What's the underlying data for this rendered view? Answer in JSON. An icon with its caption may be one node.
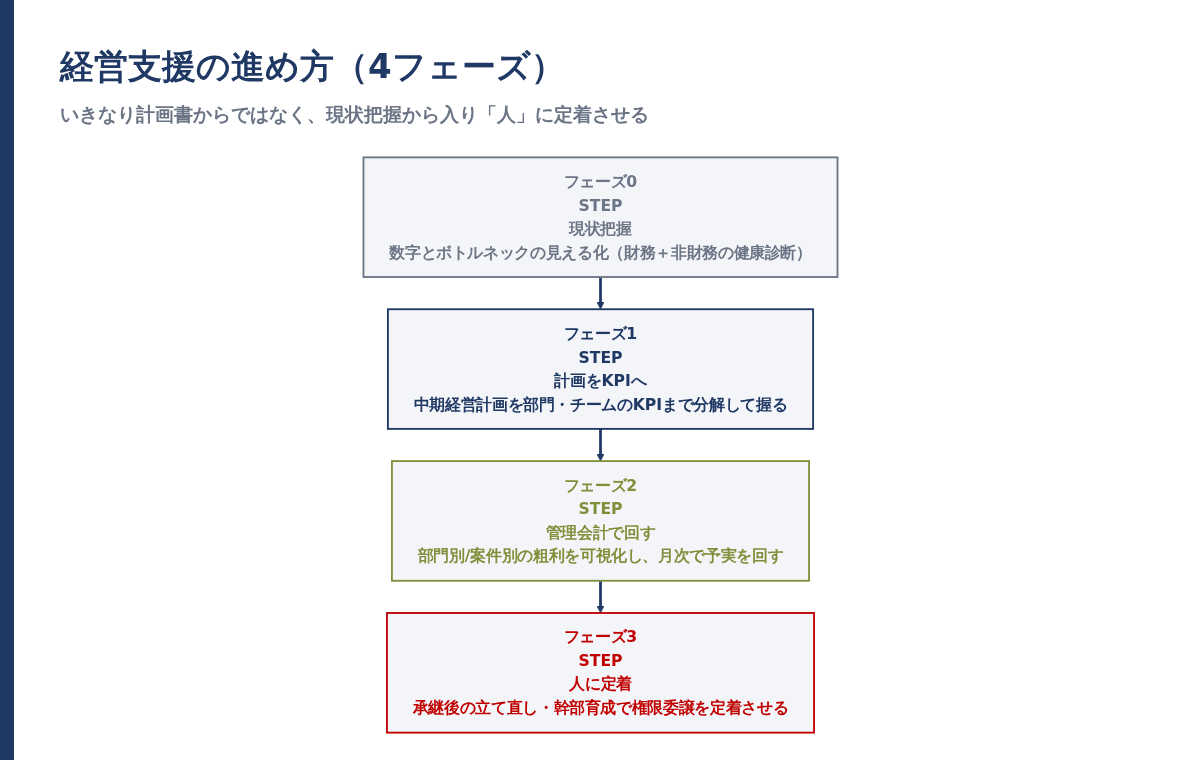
{
  "diagram": {
    "title": "経営支援の進め方（4フェーズ）",
    "nodes": [
      {
        "text": [
          "フェーズ0",
          "STEP",
          "現状把握",
          "数字とボトルネックの見える化（財務＋非財務の健康診断）"
        ]
      },
      {
        "text": [
          "フェーズ1",
          "STEP",
          "計画をKPIへ",
          "中期経営計画を部門・チームのKPIまで分解して握る"
        ]
      },
      {
        "text": [
          "フェーズ2",
          "STEP",
          "管理会計で回す",
          "部門別/案件別の粗利を可視化し、月次で予実を回す"
        ]
      },
      {
        "text": [
          "フェーズ3",
          "STEP",
          "人に定着",
          "承継後の立て直し・幹部育成で権限委譲を定着させる"
        ]
      },
      {
        "text": [],
        "shape": "bar"
      }
    ],
    "edges": [
      {
        "from": 0,
        "to": 1,
        "arrow": "to"
      },
      {
        "from": 1,
        "to": 2,
        "arrow": "to"
      },
      {
        "from": 2,
        "to": 3,
        "arrow": "to"
      }
    ],
    "labels": [
      "いきなり計画書からではなく、現状把握から入り「人」に定着させる"
    ]
  }
}
